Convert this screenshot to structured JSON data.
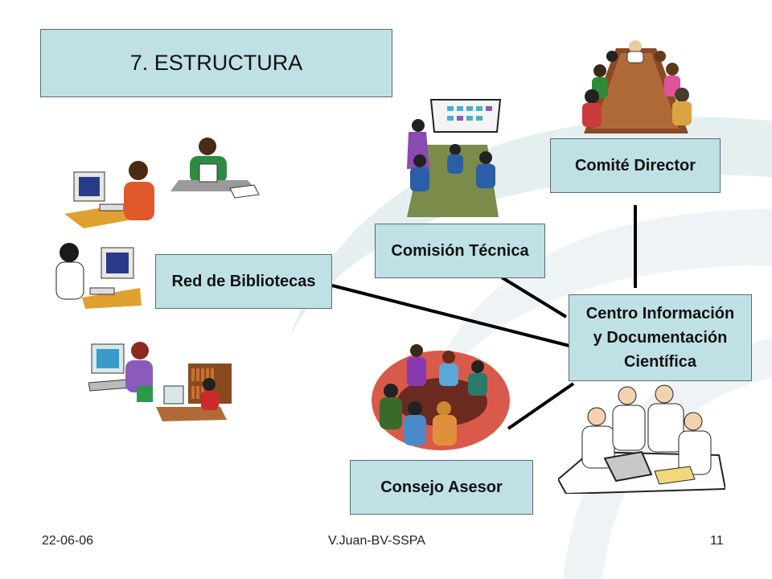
{
  "slide": {
    "title": "7. ESTRUCTURA"
  },
  "nodes": {
    "comite": "Comité Director",
    "comision": "Comisión Técnica",
    "red": "Red de Bibliotecas",
    "centro_lines": [
      "Centro Información",
      "y Documentación",
      "Científica"
    ],
    "consejo": "Consejo Asesor"
  },
  "footer": {
    "date": "22-06-06",
    "author": "V.Juan-BV-SSPA",
    "page": "11"
  },
  "colors": {
    "box_fill": "#bfe1e5",
    "box_border": "#5b6b70",
    "connector": "#000000"
  }
}
